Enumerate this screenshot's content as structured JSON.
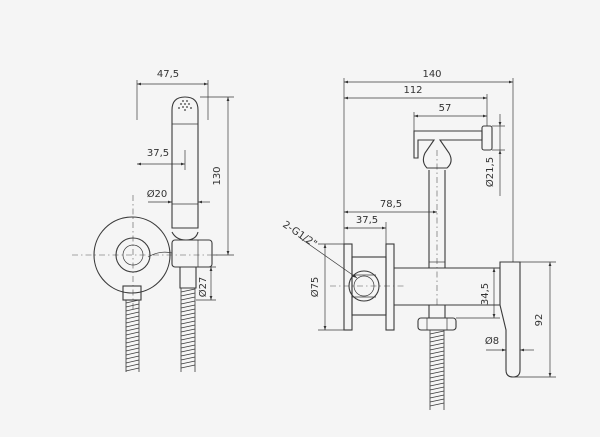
{
  "drawing": {
    "left_view": {
      "dims": {
        "width_top": "47,5",
        "offset_37": "37,5",
        "height_130": "130",
        "dia_20": "Ø20",
        "dia_27": "Ø27"
      }
    },
    "right_view": {
      "dims": {
        "total_140": "140",
        "d_112": "112",
        "d_57": "57",
        "dia_21": "Ø21,5",
        "d_78": "78,5",
        "d_37": "37,5",
        "thread": "2-G1/2\"",
        "dia_75": "Ø75",
        "d_34": "34,5",
        "d_92": "92",
        "dia_8": "Ø8"
      }
    },
    "colors": {
      "background": "#f5f5f5",
      "line": "#3a3a3a"
    }
  }
}
